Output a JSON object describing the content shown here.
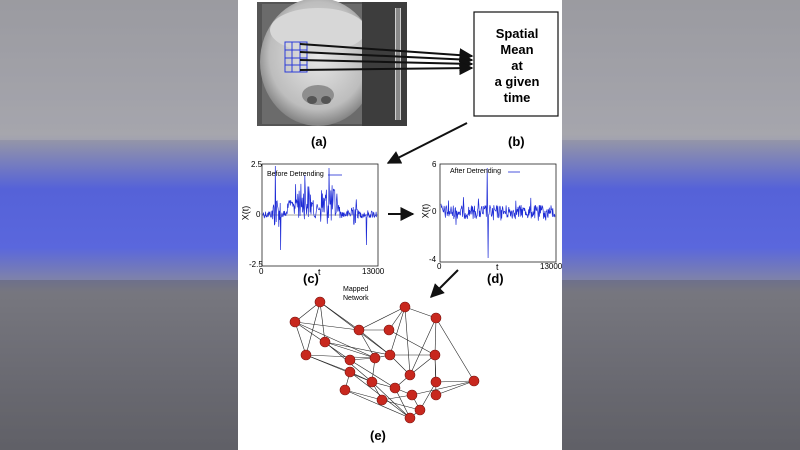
{
  "box": {
    "text": "Spatial\nMean\nat\na given\ntime"
  },
  "panels": {
    "a": "(a)",
    "b": "(b)",
    "c": "(c)",
    "d": "(d)",
    "e": "(e)"
  },
  "plot_c": {
    "legend": "Before Detrending",
    "ylabel": "X(t)",
    "xlabel": "t",
    "yticks": [
      "2.5",
      "0",
      "-2.5"
    ],
    "xticks": [
      "0",
      "13000"
    ]
  },
  "plot_d": {
    "legend": "After Detrending",
    "ylabel": "X(t)",
    "xlabel": "t",
    "yticks": [
      "6",
      "0",
      "-4"
    ],
    "xticks": [
      "0",
      "13000"
    ]
  },
  "network": {
    "title": "Mapped\nNetwork"
  },
  "colors": {
    "series": "#1d2bd6",
    "node": "#c8281e",
    "arrow": "#111111",
    "background_side": "#5a66e0"
  }
}
